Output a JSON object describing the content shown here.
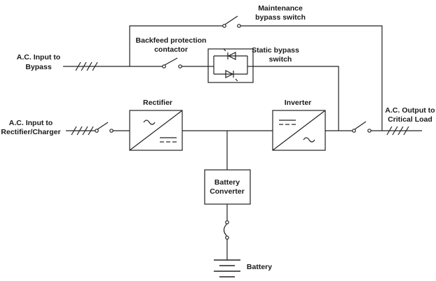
{
  "labels": {
    "maintenance_bypass_line1": "Maintenance",
    "maintenance_bypass_line2": "bypass switch",
    "backfeed_line1": "Backfeed protection",
    "backfeed_line2": "contactor",
    "static_bypass_line1": "Static bypass",
    "static_bypass_line2": "switch",
    "ac_input_bypass_line1": "A.C. Input to",
    "ac_input_bypass_line2": "Bypass",
    "ac_input_rectifier_line1": "A.C. Input to",
    "ac_input_rectifier_line2": "Rectifier/Charger",
    "ac_output_line1": "A.C. Output to",
    "ac_output_line2": "Critical Load",
    "rectifier": "Rectifier",
    "inverter": "Inverter",
    "battery_converter_line1": "Battery",
    "battery_converter_line2": "Converter",
    "battery": "Battery"
  }
}
